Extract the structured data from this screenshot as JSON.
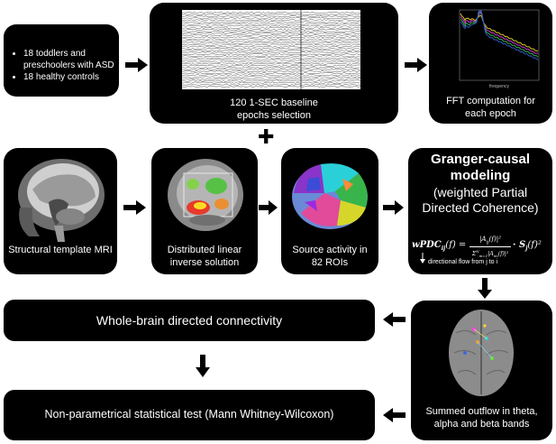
{
  "participants": {
    "items": [
      "18 toddlers and preschoolers with ASD",
      "18 healthy controls"
    ]
  },
  "epochs": {
    "caption": "120 1-SEC baseline epochs selection"
  },
  "fft": {
    "caption": "FFT computation for each epoch",
    "axis_label": "frequency",
    "series_colors": [
      "#d6c31b",
      "#c83bd1",
      "#2fb04a",
      "#2b5cc7"
    ]
  },
  "plus": "✚",
  "mri": {
    "caption": "Structural template MRI"
  },
  "inverse": {
    "caption": "Distributed linear inverse solution"
  },
  "source": {
    "caption": "Source activity in 82 ROIs"
  },
  "granger": {
    "title": "Granger-causal modeling",
    "subtitle": "(weighted Partial Directed Coherence)",
    "formula_lhs": "wPDC",
    "formula_sub": "ij",
    "formula_arg": "(f) =",
    "formula_num": "|A",
    "formula_num_sub": "ij",
    "formula_num_tail": "(f)|²",
    "formula_den": "Σ",
    "formula_den_limits": "m=1",
    "formula_den_top": "N",
    "formula_den_tail": "|A",
    "formula_den_sub": "im",
    "formula_den_end": "(f)|²",
    "formula_mult": "· S",
    "formula_mult_sub": "j",
    "formula_tail": "(f)²",
    "note": "directional flow from j to i"
  },
  "outflow": {
    "caption": "Summed outflow in theta, alpha and beta bands"
  },
  "connectivity": {
    "label": "Whole-brain directed connectivity"
  },
  "stats": {
    "label": "Non-parametrical statistical test (Mann Whitney-Wilcoxon)"
  }
}
